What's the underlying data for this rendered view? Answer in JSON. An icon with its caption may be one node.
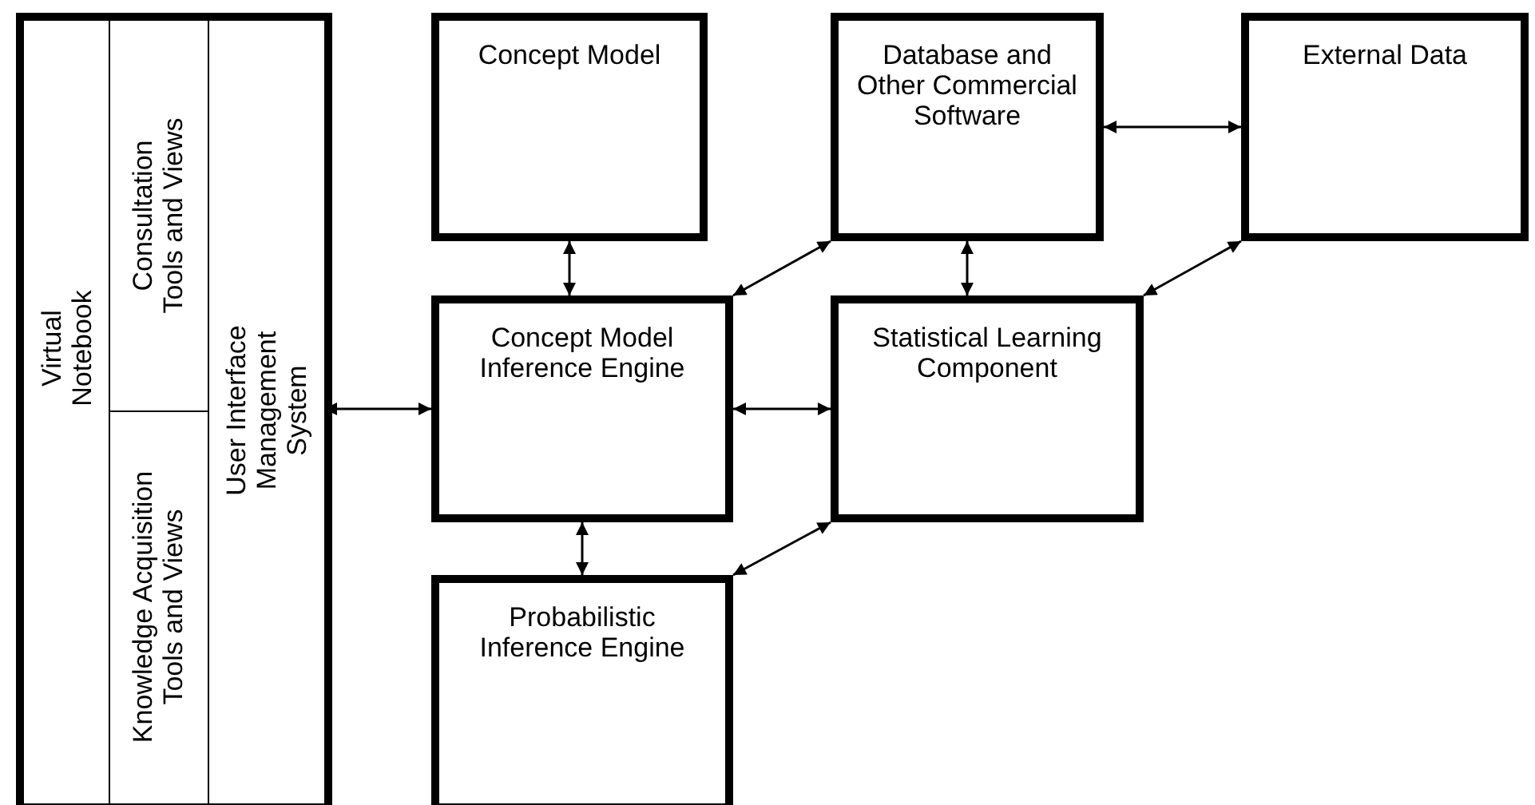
{
  "diagram": {
    "nodes": [
      {
        "text": [
          "Virtual Notebook"
        ]
      },
      {
        "text": [
          "Consultation Tools and Views"
        ],
        "in": 0
      },
      {
        "text": [
          "Knowledge Acquisition Tools and Views"
        ],
        "in": 0
      },
      {
        "text": [
          "User Interface Management System"
        ],
        "in": 0
      },
      {
        "text": [
          "Concept Model"
        ]
      },
      {
        "text": [
          "Database and Other Commercial Software"
        ]
      },
      {
        "text": [
          "External Data"
        ]
      },
      {
        "text": [
          "Concept Model Inference Engine"
        ]
      },
      {
        "text": [
          "Statistical Learning Component"
        ]
      },
      {
        "text": [
          "Probabilistic Inference Engine"
        ]
      }
    ],
    "edges": [
      {
        "from": 3,
        "to": 7,
        "arrow": "both"
      },
      {
        "from": 4,
        "to": 7,
        "arrow": "both"
      },
      {
        "from": 7,
        "to": 5,
        "arrow": "both"
      },
      {
        "from": 5,
        "to": 6,
        "arrow": "both"
      },
      {
        "from": 7,
        "to": 8,
        "arrow": "both"
      },
      {
        "from": 5,
        "to": 8,
        "arrow": "both"
      },
      {
        "from": 6,
        "to": 8,
        "arrow": "both"
      },
      {
        "from": 7,
        "to": 9,
        "arrow": "both"
      },
      {
        "from": 8,
        "to": 9,
        "arrow": "both"
      }
    ]
  }
}
